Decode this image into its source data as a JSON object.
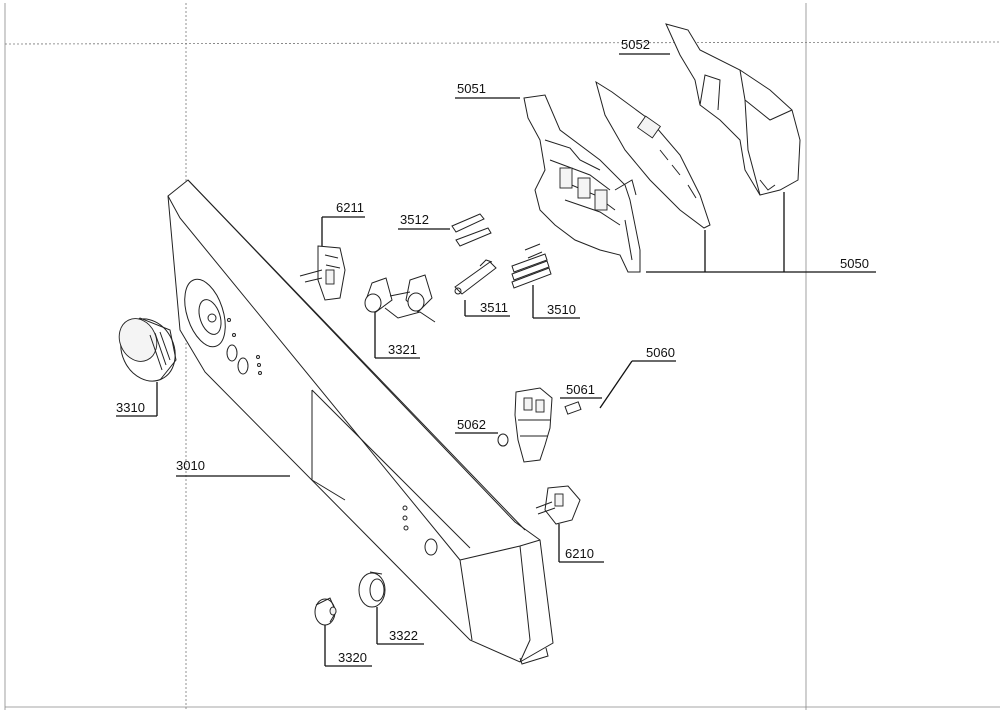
{
  "callouts": {
    "c5052": "5052",
    "c5051": "5051",
    "c6211": "6211",
    "c3512": "3512",
    "c3511": "3511",
    "c3510": "3510",
    "c5050": "5050",
    "c3321": "3321",
    "c3310": "3310",
    "c5060": "5060",
    "c5061": "5061",
    "c5062": "5062",
    "c3010": "3010",
    "c6210": "6210",
    "c3322": "3322",
    "c3320": "3320"
  }
}
